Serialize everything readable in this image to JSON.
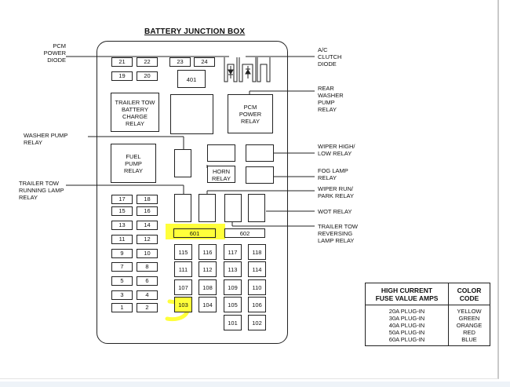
{
  "title": "BATTERY JUNCTION BOX",
  "fuses": {
    "top_row1": [
      "21",
      "22",
      "23",
      "24"
    ],
    "top_row2": [
      "19",
      "20"
    ],
    "left_col1": [
      "17",
      "15",
      "13",
      "11",
      "9",
      "7",
      "5",
      "3",
      "1"
    ],
    "left_col2": [
      "18",
      "16",
      "14",
      "12",
      "10",
      "8",
      "6",
      "4",
      "2"
    ],
    "maxi": {
      "f401": "401",
      "f601": "601",
      "f602": "602",
      "f115": "115",
      "f116": "116",
      "f117": "117",
      "f118": "118",
      "f111": "111",
      "f112": "112",
      "f113": "113",
      "f114": "114",
      "f107": "107",
      "f108": "108",
      "f109": "109",
      "f110": "110",
      "f103": "103",
      "f104": "104",
      "f105": "105",
      "f106": "106",
      "f101": "101",
      "f102": "102"
    }
  },
  "relays_inside": {
    "trailer_tow_battery_charge": "TRAILER TOW\nBATTERY\nCHARGE\nRELAY",
    "pcm_power": "PCM\nPOWER\nRELAY",
    "fuel_pump": "FUEL\nPUMP\nRELAY",
    "horn": "HORN\nRELAY"
  },
  "labels": {
    "pcm_power_diode": "PCM\nPOWER\nDIODE",
    "washer_pump_relay": "WASHER PUMP\nRELAY",
    "trailer_tow_running_lamp_relay": "TRAILER TOW\nRUNNING LAMP\nRELAY",
    "ac_clutch_diode": "A/C\nCLUTCH\nDIODE",
    "rear_washer_pump_relay": "REAR\nWASHER\nPUMP\nRELAY",
    "wiper_high_low_relay": "WIPER HIGH/\nLOW RELAY",
    "fog_lamp_relay": "FOG LAMP\nRELAY",
    "wiper_run_park_relay": "WIPER RUN/\nPARK RELAY",
    "wot_relay": "WOT RELAY",
    "trailer_tow_reversing_lamp_relay": "TRAILER TOW\nREVERSING\nLAMP RELAY"
  },
  "legend": {
    "header_amps": "HIGH CURRENT\nFUSE VALUE AMPS",
    "header_color": "COLOR\nCODE",
    "amps": "20A PLUG-IN\n30A PLUG-IN\n40A PLUG-IN\n50A PLUG-IN\n60A PLUG-IN",
    "colors": "YELLOW\nGREEN\nORANGE\nRED\nBLUE"
  },
  "colors": {
    "highlight": "#ffff3a",
    "line": "#222222"
  }
}
